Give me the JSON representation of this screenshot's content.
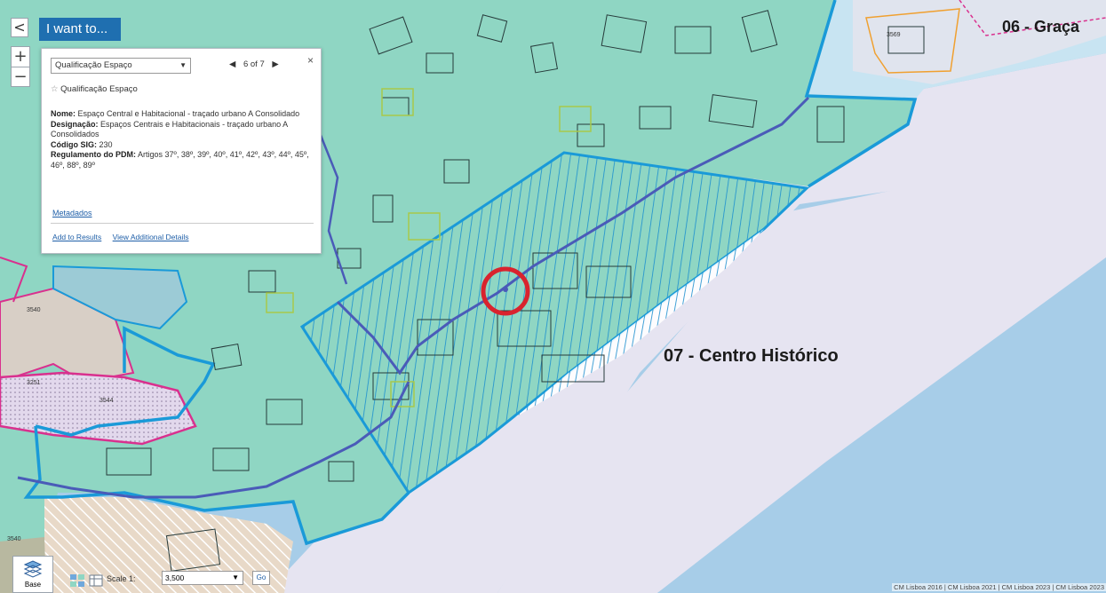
{
  "toolbar": {
    "back_glyph": "<",
    "i_want_to": "I want to...",
    "zoom_in": "+",
    "zoom_out": "−"
  },
  "popup": {
    "layer_selected": "Qualificação Espaço",
    "pager_prev": "◀",
    "pager_text": "6 of 7",
    "pager_next": "▶",
    "close": "×",
    "feature_title": "Qualificação Espaço",
    "attributes": [
      {
        "label": "Nome:",
        "value": "Espaço Central e Habitacional - traçado urbano A Consolidado"
      },
      {
        "label": "Designação:",
        "value": "Espaços Centrais e Habitacionais - traçado urbano A Consolidados"
      },
      {
        "label": "Código SIG:",
        "value": "230"
      },
      {
        "label": "Regulamento do PDM:",
        "value": "Artigos 37º, 38º, 39º, 40º, 41º, 42º, 43º, 44º, 45º, 46º, 88º, 89º"
      }
    ],
    "metadata_link": "Metadados",
    "action_add": "Add to Results",
    "action_view": "View Additional Details"
  },
  "map_labels": {
    "centro_historico": "07 - Centro Histórico",
    "graca": "06 - Graça",
    "parcel_ids": [
      "3569",
      "3540",
      "3544",
      "3251",
      "3540"
    ]
  },
  "bottom": {
    "base_label": "Base",
    "scale_label": "Scale 1:",
    "scale_value": "3,500",
    "go": "Go"
  },
  "attribution": "CM Lisboa 2016 | CM Lisboa 2021 | CM Lisboa 2023 | CM Lisboa 2023",
  "colors": {
    "green_zone": "#8fd6c3",
    "river": "#a7cde8",
    "waterfront": "#e6e4f1",
    "hatch_blue": "#1b8fd0",
    "boundary_blue": "#1a9ad8",
    "marker_red": "#d9232e",
    "accent_button": "#1f6fb0"
  }
}
